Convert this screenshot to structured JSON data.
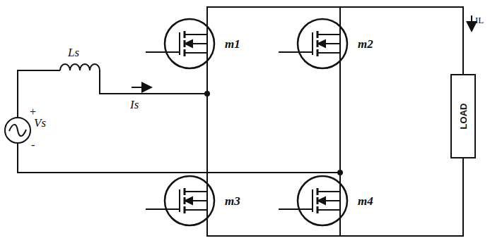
{
  "diagram": {
    "nodes": [
      {
        "text": [
          "LOAD"
        ]
      }
    ],
    "labels": [
      "Ls",
      "+",
      "Vs",
      "-",
      "Is",
      "m1",
      "m2",
      "m3",
      "m4",
      "IL"
    ]
  }
}
